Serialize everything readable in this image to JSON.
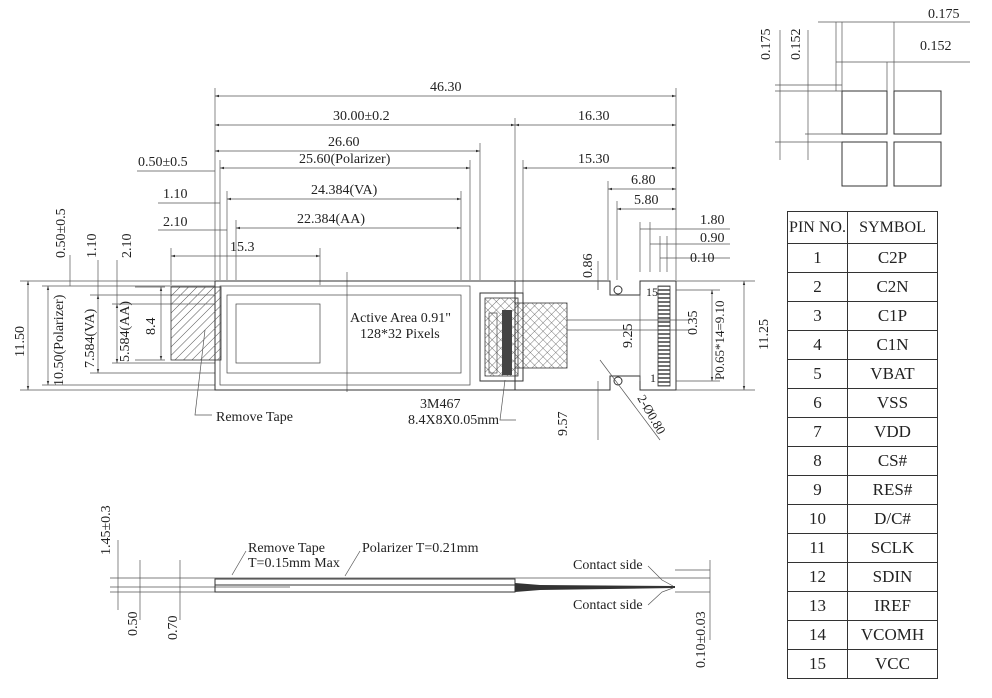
{
  "front_view": {
    "dims": {
      "overall_width": "46.30",
      "glass_width": "30.00±0.2",
      "fpc_offset": "16.30",
      "outline_width": "26.60",
      "polarizer_width": "25.60(Polarizer)",
      "fpc_to_edge": "15.30",
      "left_margin_05": "0.50±0.5",
      "va_width": "24.384(VA)",
      "fpc_6_80": "6.80",
      "va_offset": "1.10",
      "fpc_5_80": "5.80",
      "aa_offset": "2.10",
      "aa_width": "22.384(AA)",
      "pin_1_80": "1.80",
      "pin_0_90": "0.90",
      "pin_0_10": "0.10",
      "tape_15_3": "15.3",
      "hole_0_86": "0.86",
      "pin_0_35": "0.35",
      "fpc_9_25": "9.25",
      "pitch": "P0.65*14=9.10",
      "fpc_height": "11.25",
      "hole_9_57": "9.57",
      "hole_dia": "2-Ø0.80",
      "top_0_50": "0.50±0.5",
      "top_1_10": "1.10",
      "top_2_10": "2.10",
      "overall_height": "11.50",
      "polarizer_height": "10.50(Polarizer)",
      "va_height": "7.584(VA)",
      "aa_height": "5.584(AA)",
      "tape_height": "8.4"
    },
    "active_area_line1": "Active Area 0.91\"",
    "active_area_line2": "128*32 Pixels",
    "remove_tape": "Remove Tape",
    "adhesive_line1": "3M467",
    "adhesive_line2": "8.4X8X0.05mm",
    "pin_first": "1",
    "pin_last": "15"
  },
  "pixel_detail": {
    "dim_175_h": "0.175",
    "dim_152_h": "0.152",
    "dim_175_v": "0.175",
    "dim_152_v": "0.152"
  },
  "side_view": {
    "thickness": "1.45±0.3",
    "remove_tape_line1": "Remove Tape",
    "remove_tape_line2": "T=0.15mm Max",
    "polarizer": "Polarizer T=0.21mm",
    "contact_top": "Contact side",
    "contact_bottom": "Contact side",
    "dim_050": "0.50",
    "dim_070": "0.70",
    "fpc_thickness": "0.10±0.03"
  },
  "pin_table": {
    "header_no": "PIN NO.",
    "header_symbol": "SYMBOL",
    "rows": [
      {
        "no": "1",
        "symbol": "C2P"
      },
      {
        "no": "2",
        "symbol": "C2N"
      },
      {
        "no": "3",
        "symbol": "C1P"
      },
      {
        "no": "4",
        "symbol": "C1N"
      },
      {
        "no": "5",
        "symbol": "VBAT"
      },
      {
        "no": "6",
        "symbol": "VSS"
      },
      {
        "no": "7",
        "symbol": "VDD"
      },
      {
        "no": "8",
        "symbol": "CS#"
      },
      {
        "no": "9",
        "symbol": "RES#"
      },
      {
        "no": "10",
        "symbol": "D/C#"
      },
      {
        "no": "11",
        "symbol": "SCLK"
      },
      {
        "no": "12",
        "symbol": "SDIN"
      },
      {
        "no": "13",
        "symbol": "IREF"
      },
      {
        "no": "14",
        "symbol": "VCOMH"
      },
      {
        "no": "15",
        "symbol": "VCC"
      }
    ]
  }
}
